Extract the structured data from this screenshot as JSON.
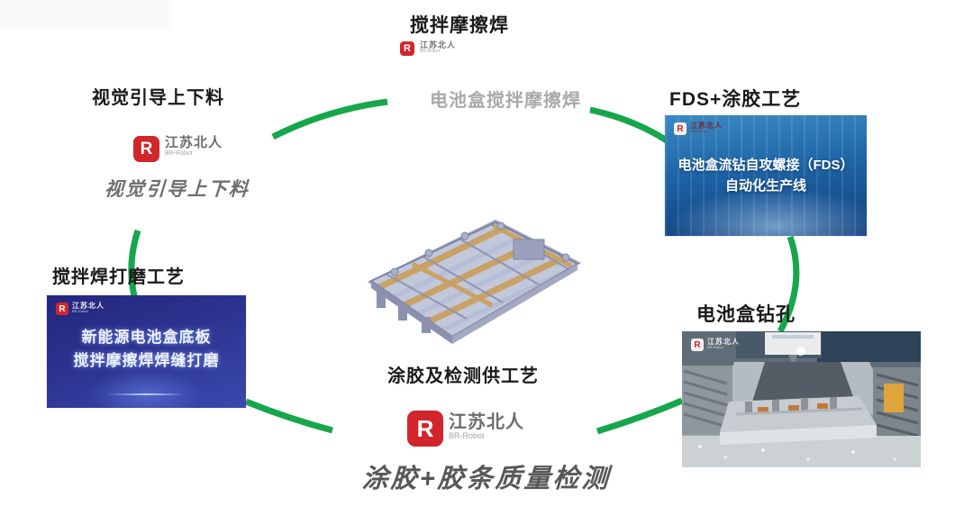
{
  "brand": {
    "name": "江苏北人",
    "sub": "BR-Robot",
    "letter": "R"
  },
  "colors": {
    "arc_green": "#16a64b",
    "brand_red": "#d0262c",
    "caption_gray": "#a9a9a9",
    "fds_card_blue": "#1d64a6",
    "grind_card_indigo": "#2c338f"
  },
  "nodes": {
    "friction_stir_welding": {
      "title": "搅拌摩擦焊",
      "caption": "电池盒搅拌摩擦焊"
    },
    "vision_loading": {
      "title": "视觉引导上下料",
      "caption": "视觉引导上下料"
    },
    "fds_gluing": {
      "title": "FDS+涂胶工艺",
      "card": {
        "line1": "电池盒流钻自攻螺接（FDS）",
        "line2": "自动化生产线"
      }
    },
    "weld_grinding": {
      "title": "搅拌焊打磨工艺",
      "card": {
        "line1": "新能源电池盒底板",
        "line2": "搅拌摩擦焊焊缝打磨"
      }
    },
    "drilling": {
      "title": "电池盒钻孔"
    },
    "glue_inspection": {
      "title": "涂胶及检测供工艺",
      "caption": "涂胶+胶条质量检测"
    }
  }
}
